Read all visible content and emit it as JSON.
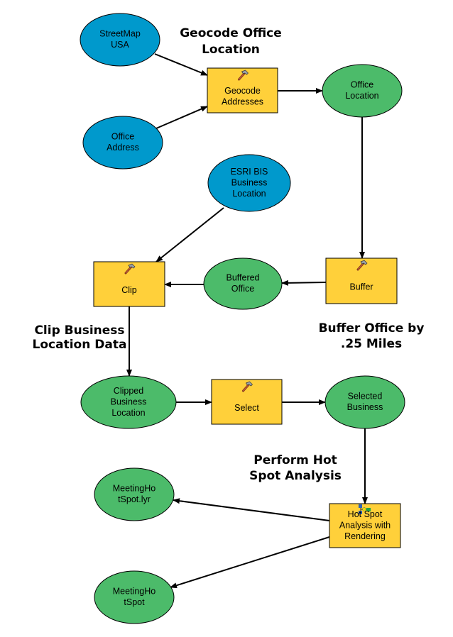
{
  "diagram": {
    "title": "ModelBuilder workflow",
    "colors": {
      "input_data": "#0099cc",
      "derived_data": "#4cbb6a",
      "tool": "#ffd03a",
      "outline": "#000000",
      "connector": "#000000"
    },
    "nodes": [
      {
        "id": "streetmap",
        "type": "input_data",
        "lines": [
          "StreetMap",
          "USA"
        ]
      },
      {
        "id": "office_address",
        "type": "input_data",
        "lines": [
          "Office",
          "Address"
        ]
      },
      {
        "id": "geocode",
        "type": "tool",
        "icon": "hammer-icon",
        "lines": [
          "Geocode",
          "Addresses"
        ]
      },
      {
        "id": "office_location",
        "type": "derived_data",
        "lines": [
          "Office",
          "Location"
        ]
      },
      {
        "id": "esri_bis",
        "type": "input_data",
        "lines": [
          "ESRI BIS",
          "Business",
          "Location"
        ]
      },
      {
        "id": "buffer",
        "type": "tool",
        "icon": "hammer-icon",
        "lines": [
          "Buffer"
        ]
      },
      {
        "id": "buffered_office",
        "type": "derived_data",
        "lines": [
          "Buffered",
          "Office"
        ]
      },
      {
        "id": "clip",
        "type": "tool",
        "icon": "hammer-icon",
        "lines": [
          "Clip"
        ]
      },
      {
        "id": "clipped_business",
        "type": "derived_data",
        "lines": [
          "Clipped",
          "Business",
          "Location"
        ]
      },
      {
        "id": "select",
        "type": "tool",
        "icon": "hammer-icon",
        "lines": [
          "Select"
        ]
      },
      {
        "id": "selected_business",
        "type": "derived_data",
        "lines": [
          "Selected",
          "Business"
        ]
      },
      {
        "id": "hotspot",
        "type": "tool",
        "icon": "model-tool-icon",
        "lines": [
          "Hot Spot",
          "Analysis with",
          "Rendering"
        ]
      },
      {
        "id": "meeting_lyr",
        "type": "derived_data",
        "lines": [
          "MeetingHo",
          "tSpot.lyr"
        ]
      },
      {
        "id": "meeting",
        "type": "derived_data",
        "lines": [
          "MeetingHo",
          "tSpot"
        ]
      }
    ],
    "edges": [
      {
        "from": "streetmap",
        "to": "geocode"
      },
      {
        "from": "office_address",
        "to": "geocode"
      },
      {
        "from": "geocode",
        "to": "office_location"
      },
      {
        "from": "office_location",
        "to": "buffer"
      },
      {
        "from": "buffer",
        "to": "buffered_office"
      },
      {
        "from": "buffered_office",
        "to": "clip"
      },
      {
        "from": "esri_bis",
        "to": "clip"
      },
      {
        "from": "clip",
        "to": "clipped_business"
      },
      {
        "from": "clipped_business",
        "to": "select"
      },
      {
        "from": "select",
        "to": "selected_business"
      },
      {
        "from": "selected_business",
        "to": "hotspot"
      },
      {
        "from": "hotspot",
        "to": "meeting_lyr"
      },
      {
        "from": "hotspot",
        "to": "meeting"
      }
    ],
    "annotations": [
      {
        "id": "geocode_note",
        "lines": [
          "Geocode Office",
          "Location"
        ]
      },
      {
        "id": "clip_note",
        "lines": [
          "Clip Business",
          "Location Data"
        ]
      },
      {
        "id": "buffer_note",
        "lines": [
          "Buffer Office by",
          ".25 Miles"
        ]
      },
      {
        "id": "hotspot_note",
        "lines": [
          "Perform Hot",
          "Spot Analysis"
        ]
      }
    ]
  }
}
